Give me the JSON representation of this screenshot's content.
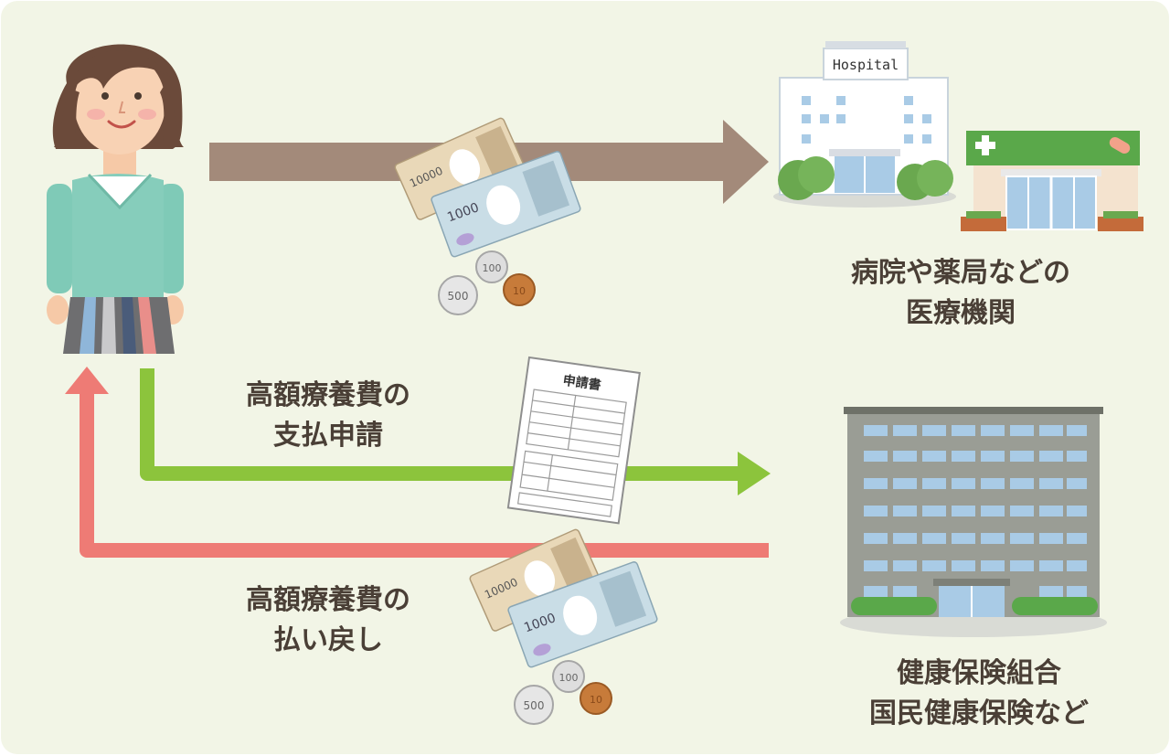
{
  "hospital": {
    "sign": "Hospital"
  },
  "medical_institution": {
    "line1": "病院や薬局などの",
    "line2": "医療機関"
  },
  "application": {
    "line1": "高額療養費の",
    "line2": "支払申請",
    "form_title": "申請書"
  },
  "refund": {
    "line1": "高額療養費の",
    "line2": "払い戻し"
  },
  "insurer": {
    "line1": "健康保険組合",
    "line2": "国民健康保険など"
  },
  "money": {
    "note_10000": "10000",
    "note_1000": "1000",
    "coin_500": "500",
    "coin_100": "100",
    "coin_10": "10"
  },
  "colors": {
    "payment_arrow": "#a38a7a",
    "application_arrow": "#8cc43c",
    "refund_arrow": "#ee7b75",
    "background": "#f2f5e6"
  }
}
